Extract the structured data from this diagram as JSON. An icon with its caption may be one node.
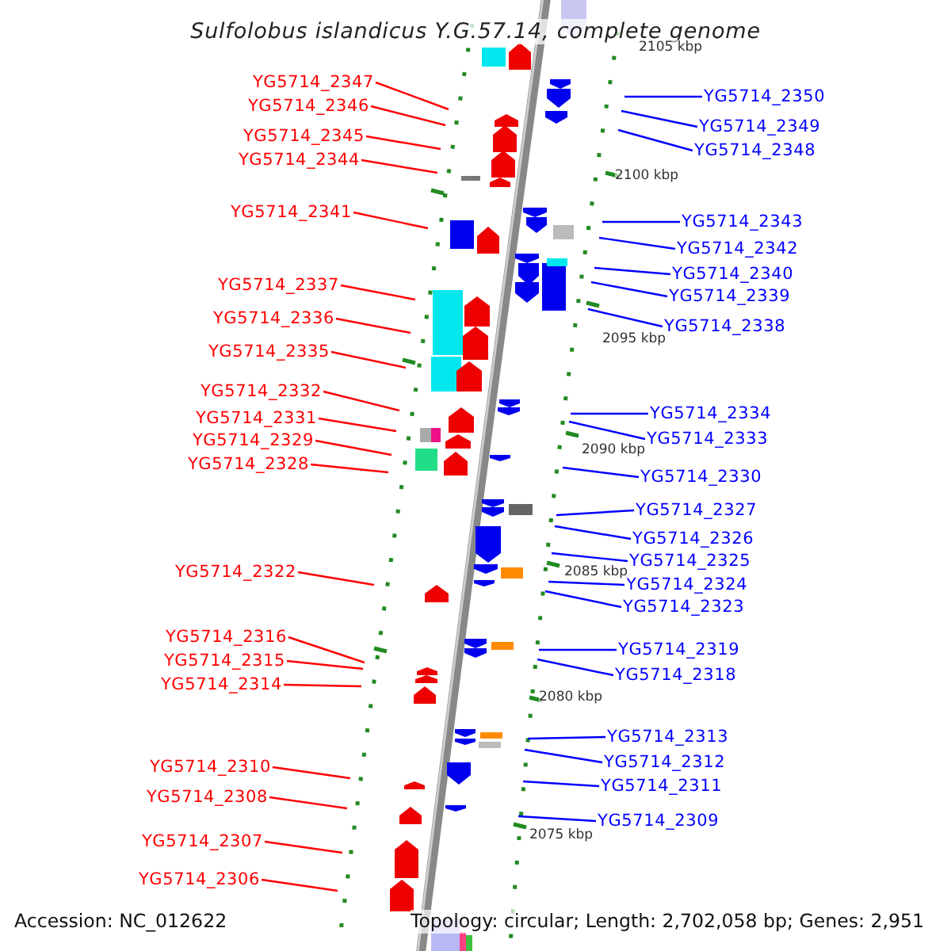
{
  "diagram": {
    "title": "Sulfolobus islandicus Y.G.57.14, complete genome",
    "nodes": [
      {
        "text": [
          "YG5714_2347"
        ]
      },
      {
        "text": [
          "YG5714_2346"
        ]
      },
      {
        "text": [
          "YG5714_2345"
        ]
      },
      {
        "text": [
          "YG5714_2344"
        ]
      },
      {
        "text": [
          "YG5714_2341"
        ]
      },
      {
        "text": [
          "YG5714_2337"
        ]
      },
      {
        "text": [
          "YG5714_2336"
        ]
      },
      {
        "text": [
          "YG5714_2335"
        ]
      },
      {
        "text": [
          "YG5714_2332"
        ]
      },
      {
        "text": [
          "YG5714_2331"
        ]
      },
      {
        "text": [
          "YG5714_2329"
        ]
      },
      {
        "text": [
          "YG5714_2328"
        ]
      },
      {
        "text": [
          "YG5714_2322"
        ]
      },
      {
        "text": [
          "YG5714_2316"
        ]
      },
      {
        "text": [
          "YG5714_2315"
        ]
      },
      {
        "text": [
          "YG5714_2314"
        ]
      },
      {
        "text": [
          "YG5714_2310"
        ]
      },
      {
        "text": [
          "YG5714_2308"
        ]
      },
      {
        "text": [
          "YG5714_2307"
        ]
      },
      {
        "text": [
          "YG5714_2306"
        ]
      },
      {
        "text": [
          "YG5714_2350"
        ]
      },
      {
        "text": [
          "YG5714_2349"
        ]
      },
      {
        "text": [
          "YG5714_2348"
        ]
      },
      {
        "text": [
          "YG5714_2343"
        ]
      },
      {
        "text": [
          "YG5714_2342"
        ]
      },
      {
        "text": [
          "YG5714_2340"
        ]
      },
      {
        "text": [
          "YG5714_2339"
        ]
      },
      {
        "text": [
          "YG5714_2338"
        ]
      },
      {
        "text": [
          "YG5714_2334"
        ]
      },
      {
        "text": [
          "YG5714_2333"
        ]
      },
      {
        "text": [
          "YG5714_2330"
        ]
      },
      {
        "text": [
          "YG5714_2327"
        ]
      },
      {
        "text": [
          "YG5714_2326"
        ]
      },
      {
        "text": [
          "YG5714_2325"
        ]
      },
      {
        "text": [
          "YG5714_2324"
        ]
      },
      {
        "text": [
          "YG5714_2323"
        ]
      },
      {
        "text": [
          "YG5714_2319"
        ]
      },
      {
        "text": [
          "YG5714_2318"
        ]
      },
      {
        "text": [
          "YG5714_2313"
        ]
      },
      {
        "text": [
          "YG5714_2312"
        ]
      },
      {
        "text": [
          "YG5714_2311"
        ]
      },
      {
        "text": [
          "YG5714_2309"
        ]
      }
    ],
    "edges": [
      {
        "from": 0,
        "to": null,
        "arrow": "none",
        "color": "#ff0000"
      },
      {
        "from": 1,
        "to": null,
        "arrow": "none",
        "color": "#ff0000"
      },
      {
        "from": 2,
        "to": null,
        "arrow": "none",
        "color": "#ff0000"
      },
      {
        "from": 3,
        "to": null,
        "arrow": "none",
        "color": "#ff0000"
      },
      {
        "from": 4,
        "to": null,
        "arrow": "none",
        "color": "#ff0000"
      },
      {
        "from": 5,
        "to": null,
        "arrow": "none",
        "color": "#ff0000"
      },
      {
        "from": 6,
        "to": null,
        "arrow": "none",
        "color": "#ff0000"
      },
      {
        "from": 7,
        "to": null,
        "arrow": "none",
        "color": "#ff0000"
      },
      {
        "from": 8,
        "to": null,
        "arrow": "none",
        "color": "#ff0000"
      },
      {
        "from": 9,
        "to": null,
        "arrow": "none",
        "color": "#ff0000"
      },
      {
        "from": 10,
        "to": null,
        "arrow": "none",
        "color": "#ff0000"
      },
      {
        "from": 11,
        "to": null,
        "arrow": "none",
        "color": "#ff0000"
      },
      {
        "from": 12,
        "to": null,
        "arrow": "none",
        "color": "#ff0000"
      },
      {
        "from": 13,
        "to": null,
        "arrow": "none",
        "color": "#ff0000"
      },
      {
        "from": 14,
        "to": null,
        "arrow": "none",
        "color": "#ff0000"
      },
      {
        "from": 15,
        "to": null,
        "arrow": "none",
        "color": "#ff0000"
      },
      {
        "from": 16,
        "to": null,
        "arrow": "none",
        "color": "#ff0000"
      },
      {
        "from": 17,
        "to": null,
        "arrow": "none",
        "color": "#ff0000"
      },
      {
        "from": 18,
        "to": null,
        "arrow": "none",
        "color": "#ff0000"
      },
      {
        "from": 19,
        "to": null,
        "arrow": "none",
        "color": "#ff0000"
      },
      {
        "from": 20,
        "to": null,
        "arrow": "none"
      },
      {
        "from": 21,
        "to": null,
        "arrow": "none"
      },
      {
        "from": 22,
        "to": null,
        "arrow": "none"
      },
      {
        "from": 23,
        "to": null,
        "arrow": "none"
      },
      {
        "from": 24,
        "to": null,
        "arrow": "none"
      },
      {
        "from": 25,
        "to": null,
        "arrow": "none"
      },
      {
        "from": 26,
        "to": null,
        "arrow": "none"
      },
      {
        "from": 27,
        "to": null,
        "arrow": "none"
      },
      {
        "from": 28,
        "to": null,
        "arrow": "none"
      },
      {
        "from": 29,
        "to": null,
        "arrow": "none"
      },
      {
        "from": 30,
        "to": null,
        "arrow": "none"
      },
      {
        "from": 31,
        "to": null,
        "arrow": "none"
      },
      {
        "from": 32,
        "to": null,
        "arrow": "none"
      },
      {
        "from": 33,
        "to": null,
        "arrow": "none"
      },
      {
        "from": 34,
        "to": null,
        "arrow": "none"
      },
      {
        "from": 35,
        "to": null,
        "arrow": "none"
      },
      {
        "from": 36,
        "to": null,
        "arrow": "none"
      },
      {
        "from": 37,
        "to": null,
        "arrow": "none"
      },
      {
        "from": 38,
        "to": null,
        "arrow": "none"
      },
      {
        "from": 39,
        "to": null,
        "arrow": "none"
      },
      {
        "from": 40,
        "to": null,
        "arrow": "none"
      },
      {
        "from": 41,
        "to": null,
        "arrow": "none"
      }
    ],
    "labels": [
      "2105 kbp",
      "2100 kbp",
      "2095 kbp",
      "2090 kbp",
      "2085 kbp",
      "2080 kbp",
      "2075 kbp",
      "Accession: NC_012622",
      "Topology: circular; Length: 2,702,058 bp; Genes: 2,951"
    ]
  }
}
